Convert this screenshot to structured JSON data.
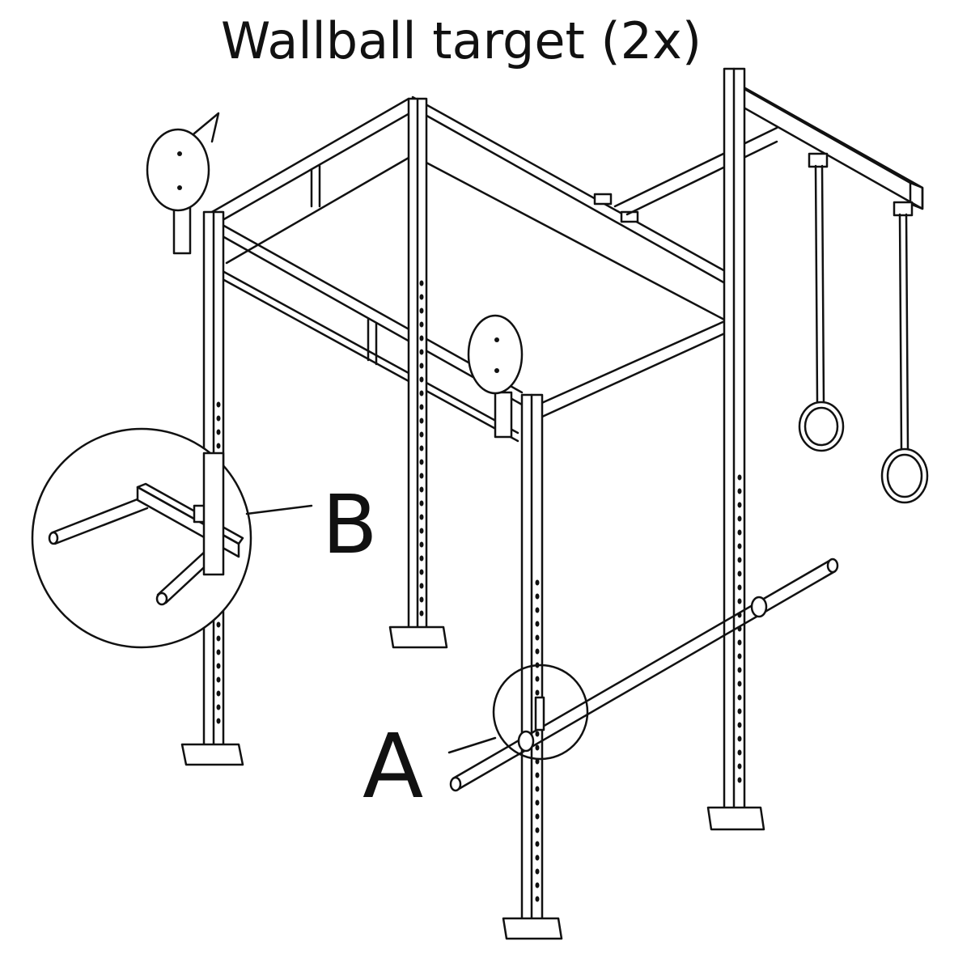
{
  "title": "Wallball target (2x)",
  "callouts": {
    "a": "A",
    "b": "B"
  }
}
